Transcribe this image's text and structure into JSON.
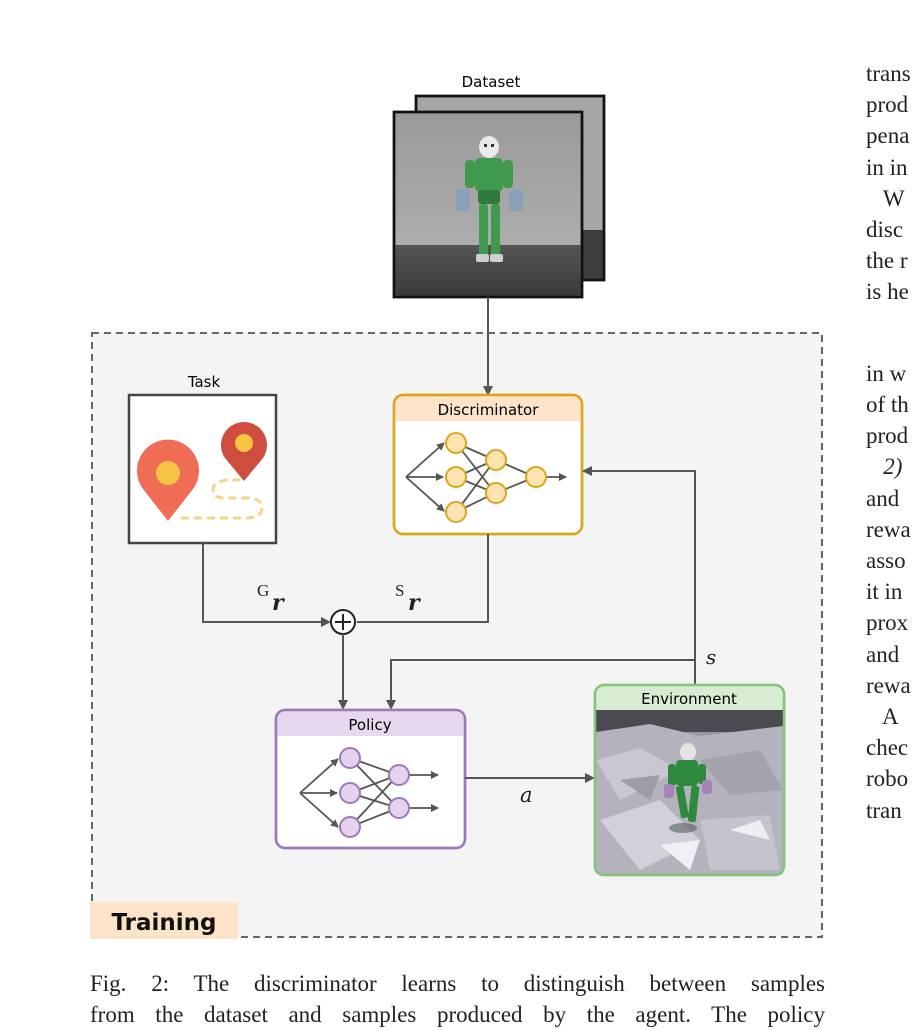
{
  "figure": {
    "dataset_label": "Dataset",
    "task_label": "Task",
    "discriminator_label": "Discriminator",
    "policy_label": "Policy",
    "environment_label": "Environment",
    "training_label": "Training",
    "reward_goal_sup": "G",
    "reward_style_sup": "S",
    "reward_symbol": "r",
    "state_symbol": "s",
    "action_symbol": "a",
    "colors": {
      "discriminator": "#d9a61c",
      "discriminator_header": "#fde3c8",
      "policy": "#9b7bb5",
      "policy_header": "#e6d9ef",
      "environment": "#86c27a",
      "environment_header": "#d7ecd2",
      "training_tag": "#fde3c8",
      "region_bg": "#f4f4f4"
    }
  },
  "right_column": {
    "lines": [
      "trans",
      "prod",
      "pena",
      "in in",
      "   W",
      "disc",
      "the r",
      "is he",
      "",
      "",
      "in w",
      "of th",
      "prod",
      "   2)",
      "and",
      "rewa",
      "asso",
      "it in",
      "prox",
      "and",
      "rewa",
      "   A",
      "chec",
      "robo",
      "tran"
    ]
  },
  "caption": {
    "line1": "Fig. 2: The discriminator learns to distinguish between samples",
    "line2": "from the dataset and samples produced by the agent. The policy"
  }
}
